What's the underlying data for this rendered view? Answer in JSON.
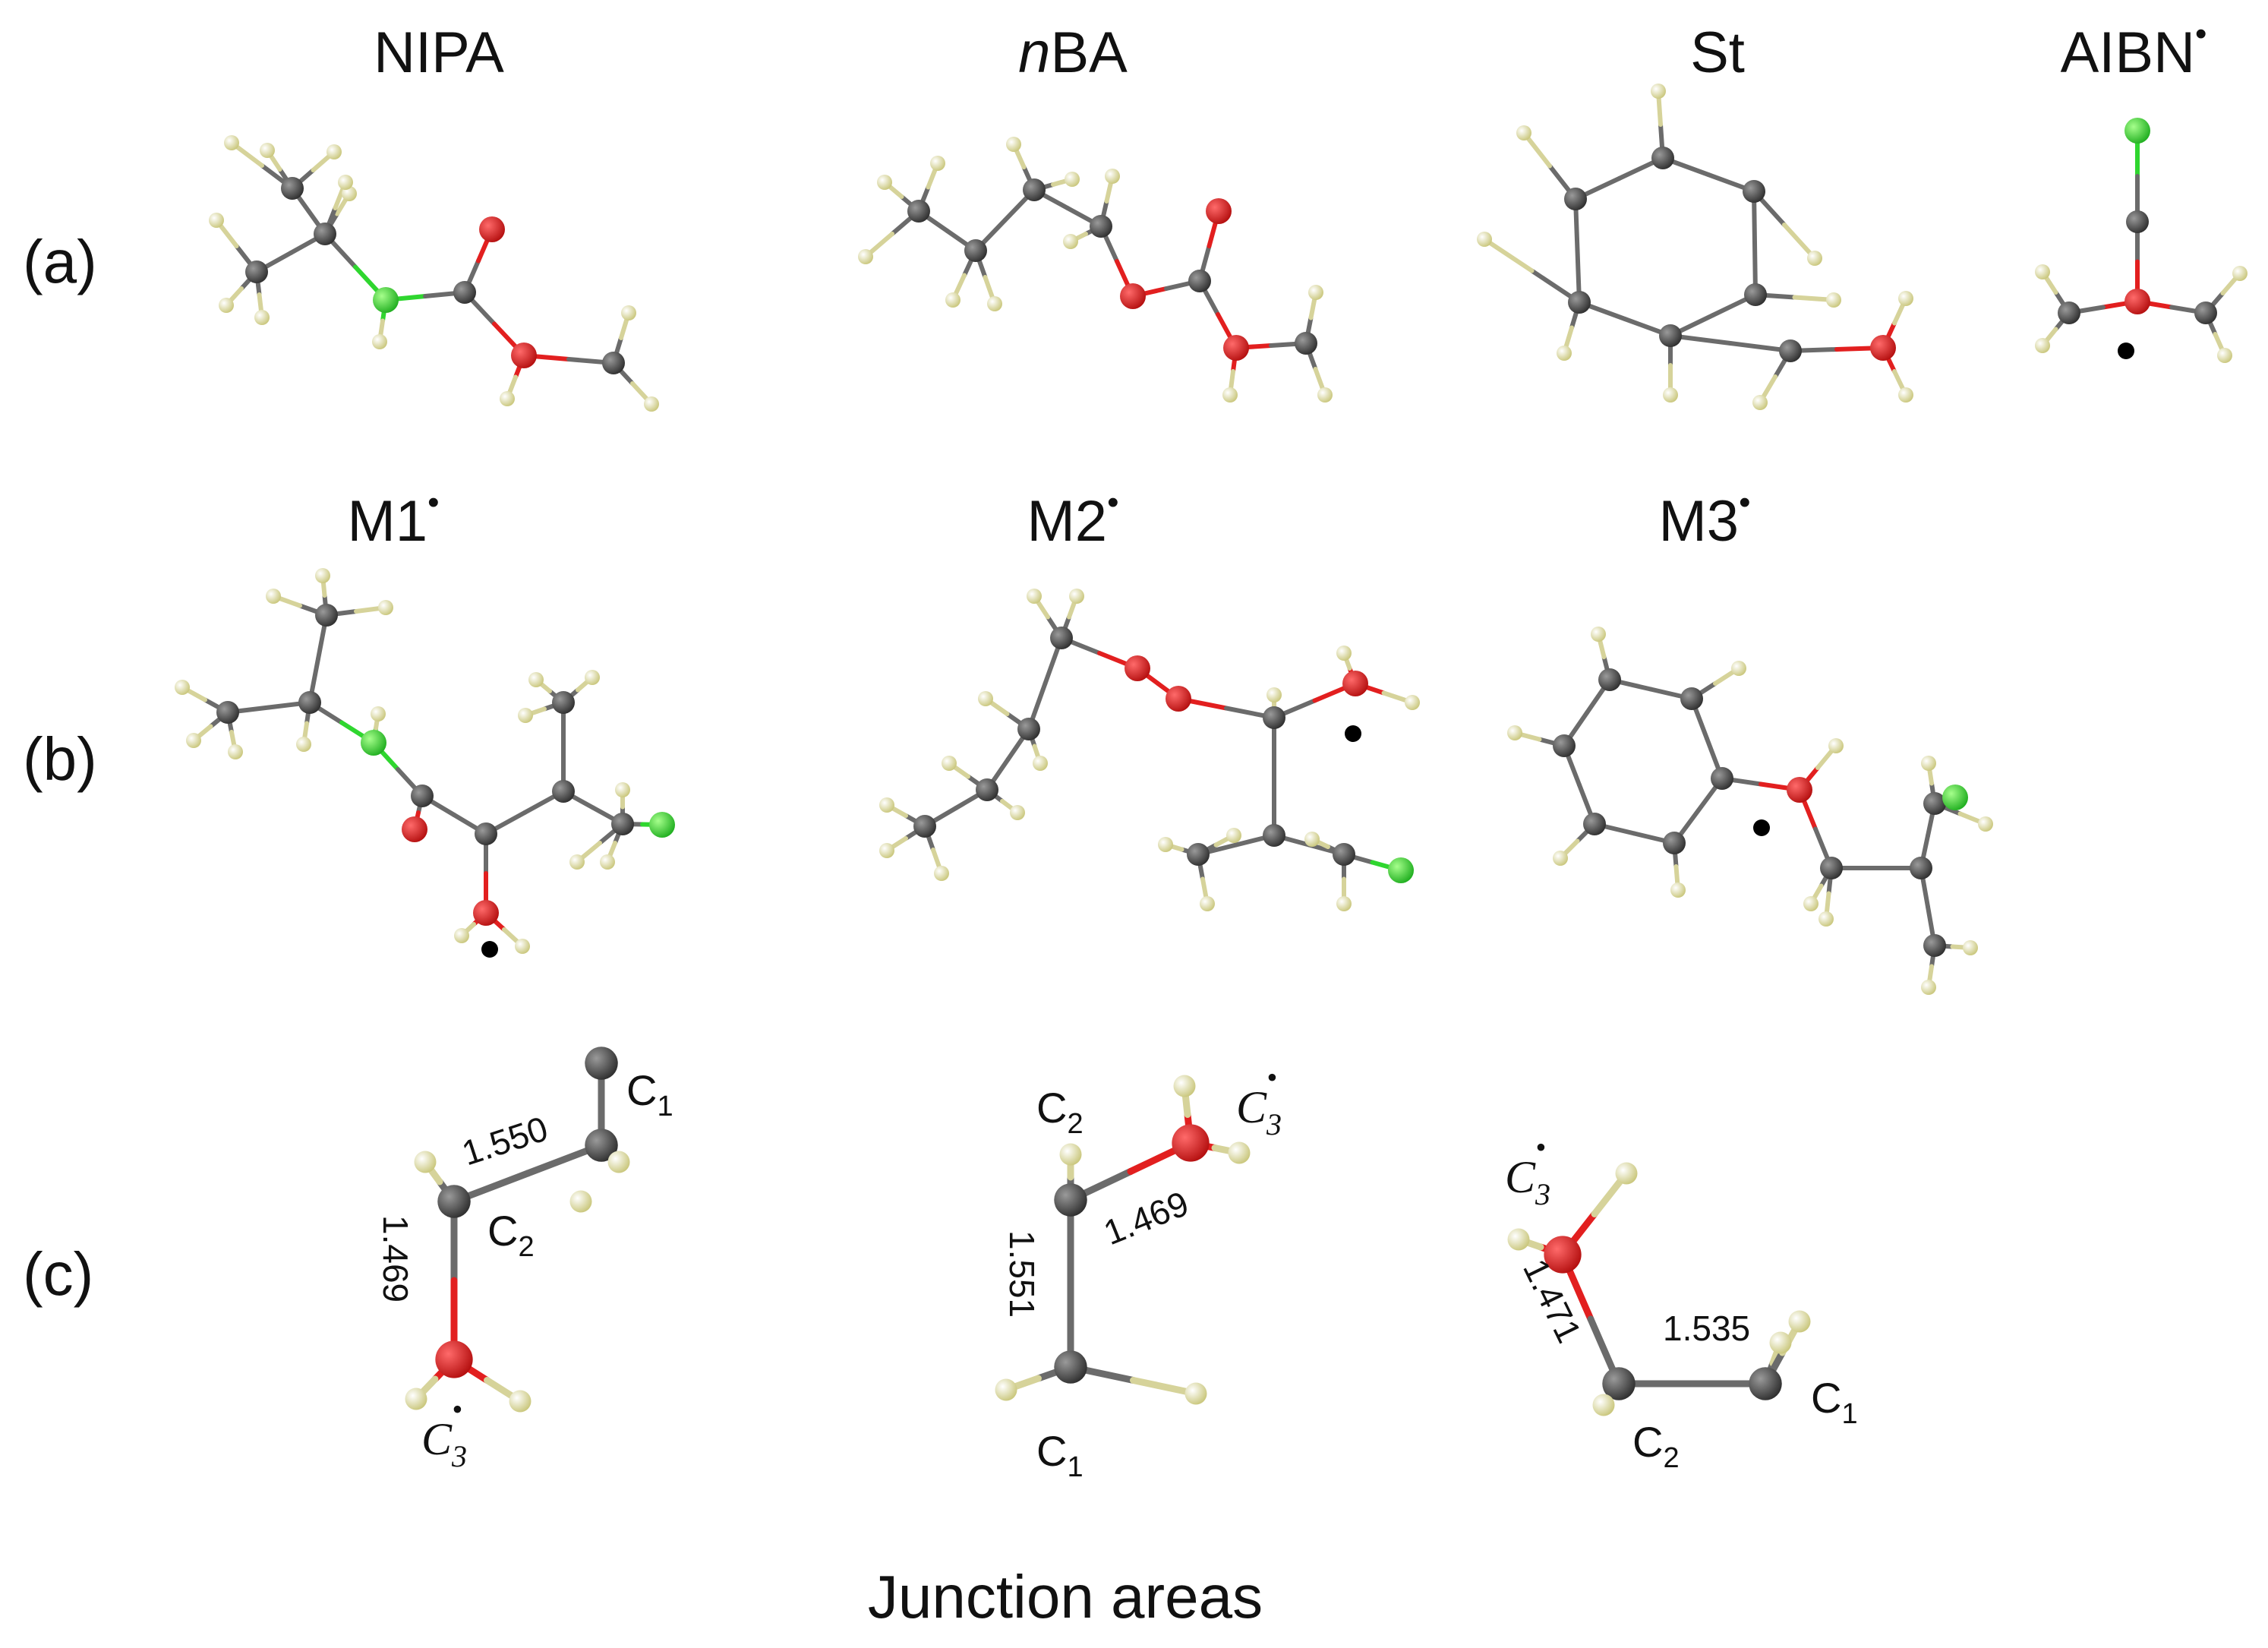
{
  "row_labels": {
    "a": "(a)",
    "b": "(b)",
    "c": "(c)"
  },
  "titles": {
    "nipa": "NIPA",
    "nba": {
      "italic": "n",
      "rest": "BA"
    },
    "st": "St",
    "aibn": {
      "base": "AIBN",
      "dot": "•"
    },
    "m1": {
      "base": "M1",
      "dot": "•"
    },
    "m2": {
      "base": "M2",
      "dot": "•"
    },
    "m3": {
      "base": "M3",
      "dot": "•"
    }
  },
  "junction": {
    "caption": "Junction areas",
    "left": {
      "c1": "C",
      "c1_sub": "1",
      "c2": "C",
      "c2_sub": "2",
      "c3": "C",
      "c3_sub": "3",
      "c3_dot": "•",
      "bond_c1c2": "1.550",
      "bond_c2c3": "1.469"
    },
    "mid": {
      "c1": "C",
      "c1_sub": "1",
      "c2": "C",
      "c2_sub": "2",
      "c3": "C",
      "c3_sub": "3",
      "c3_dot": "•",
      "bond_c1c2": "1.551",
      "bond_c2c3": "1.469"
    },
    "right": {
      "c1": "C",
      "c1_sub": "1",
      "c2": "C",
      "c2_sub": "2",
      "c3": "C",
      "c3_sub": "3",
      "c3_dot": "•",
      "bond_c1c2": "1.535",
      "bond_c2c3": "1.471"
    }
  },
  "colors": {
    "carbon": "#4a4a4a",
    "oxygen": "#e21f1f",
    "nitrogen": "#2fd62f",
    "hydrogen": "#f2f0a8",
    "bond": "#6b6b6b",
    "radical": "#000000"
  }
}
